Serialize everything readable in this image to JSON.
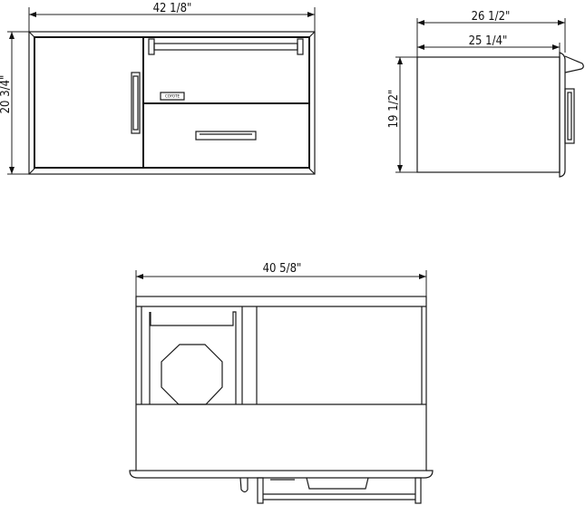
{
  "front_view": {
    "width_dimension": "42 1/8\"",
    "height_dimension": "20 3/4\"",
    "logo_text": "COYOTE"
  },
  "side_view": {
    "overall_depth_dimension": "26 1/2\"",
    "body_depth_dimension": "25 1/4\"",
    "height_dimension": "19 1/2\""
  },
  "top_view": {
    "width_dimension": "40 5/8\""
  },
  "colors": {
    "line": "#111111",
    "background": "#ffffff"
  }
}
